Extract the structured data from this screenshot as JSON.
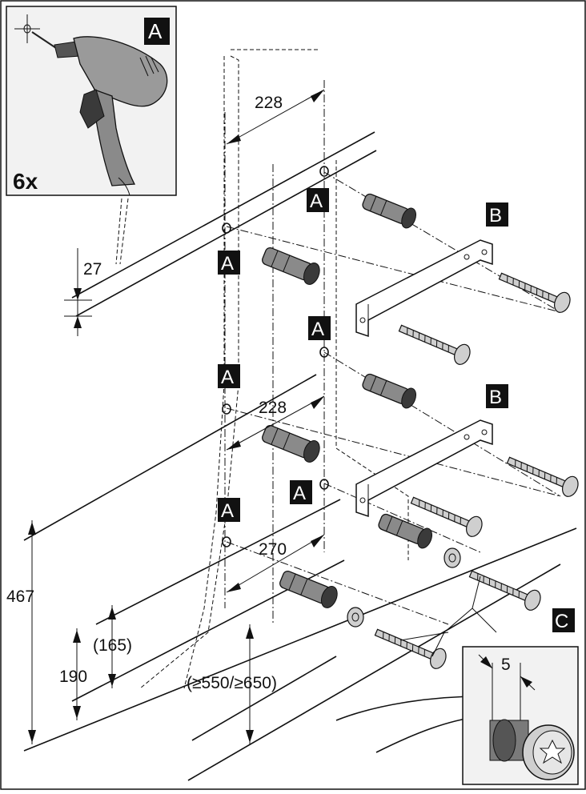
{
  "labels": {
    "a": "A",
    "b": "B",
    "c": "C"
  },
  "inset": {
    "count": "6x"
  },
  "dimensions": {
    "top_spacing": "228",
    "top_offset": "27",
    "middle_spacing": "228",
    "bottom_spacing": "270",
    "total_height": "467",
    "inner_height": "(165)",
    "lower_height": "190",
    "clearance": "(≥550/≥650)",
    "screw_gap": "5"
  },
  "colors": {
    "label_bg": "#111111",
    "label_text": "#ffffff",
    "inset_bg": "#f2f2f2",
    "drill_body": "#9a9a9a",
    "plug_fill": "#8a8a8a"
  },
  "icons": [
    "drill-icon",
    "wall-plug-icon",
    "screw-icon",
    "bracket-icon",
    "washer-icon"
  ]
}
